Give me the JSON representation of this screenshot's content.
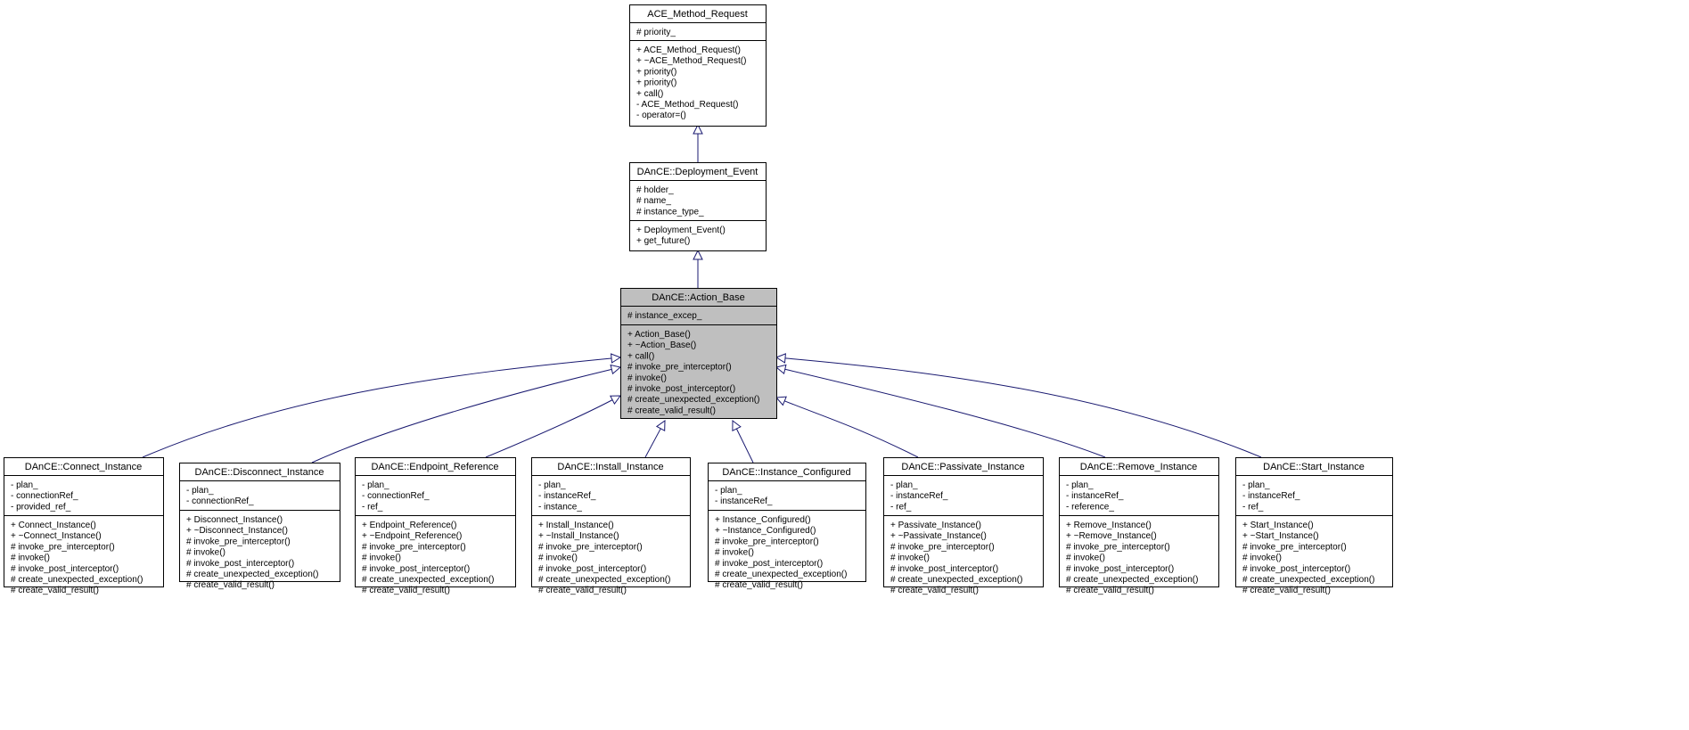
{
  "diagram": {
    "type": "uml-class-inheritance",
    "colors": {
      "edge": "#191970",
      "border": "#000000",
      "highlight_fill": "#bfbfbf",
      "fill": "#ffffff",
      "text": "#000000"
    },
    "classes": [
      {
        "id": "ace_method_request",
        "name": "ACE_Method_Request",
        "attributes": [
          "# priority_"
        ],
        "methods": [
          "+ ACE_Method_Request()",
          "+ ~ACE_Method_Request()",
          "+ priority()",
          "+ priority()",
          "+ call()",
          "- ACE_Method_Request()",
          "- operator=()"
        ]
      },
      {
        "id": "deployment_event",
        "name": "DAnCE::Deployment_Event",
        "attributes": [
          "# holder_",
          "# name_",
          "# instance_type_"
        ],
        "methods": [
          "+ Deployment_Event()",
          "+ get_future()"
        ]
      },
      {
        "id": "action_base",
        "name": "DAnCE::Action_Base",
        "highlighted": true,
        "attributes": [
          "# instance_excep_"
        ],
        "methods": [
          "+ Action_Base()",
          "+ ~Action_Base()",
          "+ call()",
          "# invoke_pre_interceptor()",
          "# invoke()",
          "# invoke_post_interceptor()",
          "# create_unexpected_exception()",
          "# create_valid_result()"
        ]
      },
      {
        "id": "connect_instance",
        "name": "DAnCE::Connect_Instance",
        "attributes": [
          "- plan_",
          "- connectionRef_",
          "- provided_ref_"
        ],
        "methods": [
          "+ Connect_Instance()",
          "+ ~Connect_Instance()",
          "# invoke_pre_interceptor()",
          "# invoke()",
          "# invoke_post_interceptor()",
          "# create_unexpected_exception()",
          "# create_valid_result()"
        ]
      },
      {
        "id": "disconnect_instance",
        "name": "DAnCE::Disconnect_Instance",
        "attributes": [
          "- plan_",
          "- connectionRef_"
        ],
        "methods": [
          "+ Disconnect_Instance()",
          "+ ~Disconnect_Instance()",
          "# invoke_pre_interceptor()",
          "# invoke()",
          "# invoke_post_interceptor()",
          "# create_unexpected_exception()",
          "# create_valid_result()"
        ]
      },
      {
        "id": "endpoint_reference",
        "name": "DAnCE::Endpoint_Reference",
        "attributes": [
          "- plan_",
          "- connectionRef_",
          "- ref_"
        ],
        "methods": [
          "+ Endpoint_Reference()",
          "+ ~Endpoint_Reference()",
          "# invoke_pre_interceptor()",
          "# invoke()",
          "# invoke_post_interceptor()",
          "# create_unexpected_exception()",
          "# create_valid_result()"
        ]
      },
      {
        "id": "install_instance",
        "name": "DAnCE::Install_Instance",
        "attributes": [
          "- plan_",
          "- instanceRef_",
          "- instance_"
        ],
        "methods": [
          "+ Install_Instance()",
          "+ ~Install_Instance()",
          "# invoke_pre_interceptor()",
          "# invoke()",
          "# invoke_post_interceptor()",
          "# create_unexpected_exception()",
          "# create_valid_result()"
        ]
      },
      {
        "id": "instance_configured",
        "name": "DAnCE::Instance_Configured",
        "attributes": [
          "- plan_",
          "- instanceRef_"
        ],
        "methods": [
          "+ Instance_Configured()",
          "+ ~Instance_Configured()",
          "# invoke_pre_interceptor()",
          "# invoke()",
          "# invoke_post_interceptor()",
          "# create_unexpected_exception()",
          "# create_valid_result()"
        ]
      },
      {
        "id": "passivate_instance",
        "name": "DAnCE::Passivate_Instance",
        "attributes": [
          "- plan_",
          "- instanceRef_",
          "- ref_"
        ],
        "methods": [
          "+ Passivate_Instance()",
          "+ ~Passivate_Instance()",
          "# invoke_pre_interceptor()",
          "# invoke()",
          "# invoke_post_interceptor()",
          "# create_unexpected_exception()",
          "# create_valid_result()"
        ]
      },
      {
        "id": "remove_instance",
        "name": "DAnCE::Remove_Instance",
        "attributes": [
          "- plan_",
          "- instanceRef_",
          "- reference_"
        ],
        "methods": [
          "+ Remove_Instance()",
          "+ ~Remove_Instance()",
          "# invoke_pre_interceptor()",
          "# invoke()",
          "# invoke_post_interceptor()",
          "# create_unexpected_exception()",
          "# create_valid_result()"
        ]
      },
      {
        "id": "start_instance",
        "name": "DAnCE::Start_Instance",
        "attributes": [
          "- plan_",
          "- instanceRef_",
          "- ref_"
        ],
        "methods": [
          "+ Start_Instance()",
          "+ ~Start_Instance()",
          "# invoke_pre_interceptor()",
          "# invoke()",
          "# invoke_post_interceptor()",
          "# create_unexpected_exception()",
          "# create_valid_result()"
        ]
      }
    ],
    "inheritance": [
      {
        "child": "deployment_event",
        "parent": "ace_method_request"
      },
      {
        "child": "action_base",
        "parent": "deployment_event"
      },
      {
        "child": "connect_instance",
        "parent": "action_base"
      },
      {
        "child": "disconnect_instance",
        "parent": "action_base"
      },
      {
        "child": "endpoint_reference",
        "parent": "action_base"
      },
      {
        "child": "install_instance",
        "parent": "action_base"
      },
      {
        "child": "instance_configured",
        "parent": "action_base"
      },
      {
        "child": "passivate_instance",
        "parent": "action_base"
      },
      {
        "child": "remove_instance",
        "parent": "action_base"
      },
      {
        "child": "start_instance",
        "parent": "action_base"
      }
    ]
  }
}
